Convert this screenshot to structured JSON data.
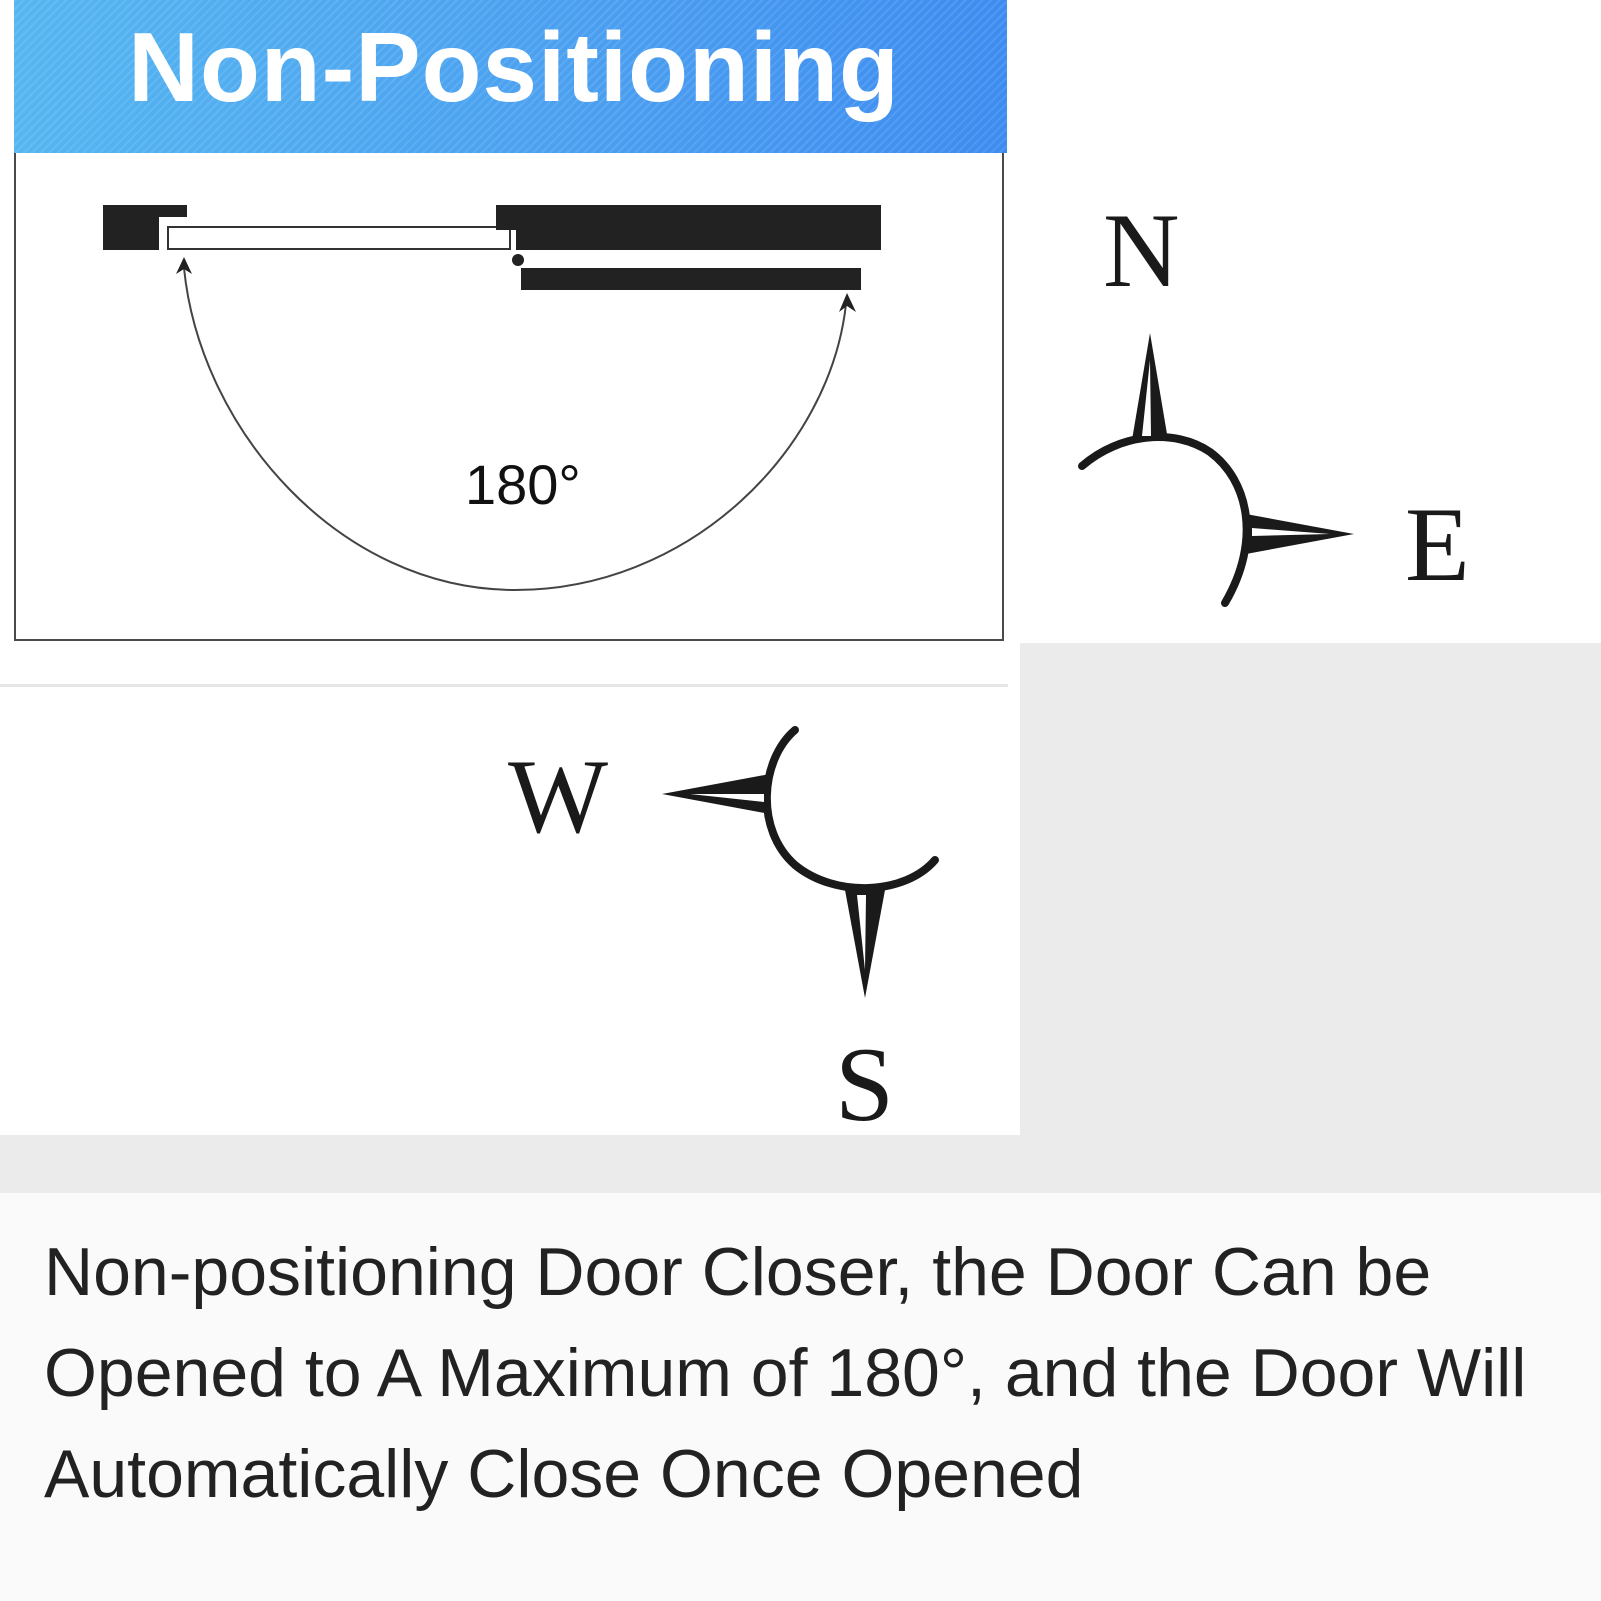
{
  "banner": {
    "title": "Non-Positioning",
    "colors": {
      "start": "#55b6f0",
      "end": "#3d8cf0"
    }
  },
  "diagram": {
    "angle_label": "180°"
  },
  "compass": {
    "north": "N",
    "east": "E",
    "south": "S",
    "west": "W"
  },
  "caption": {
    "text": "Non-positioning Door Closer, the Door Can be Opened to A Maximum of 180°, and the Door Will Automatically Close Once Opened"
  }
}
